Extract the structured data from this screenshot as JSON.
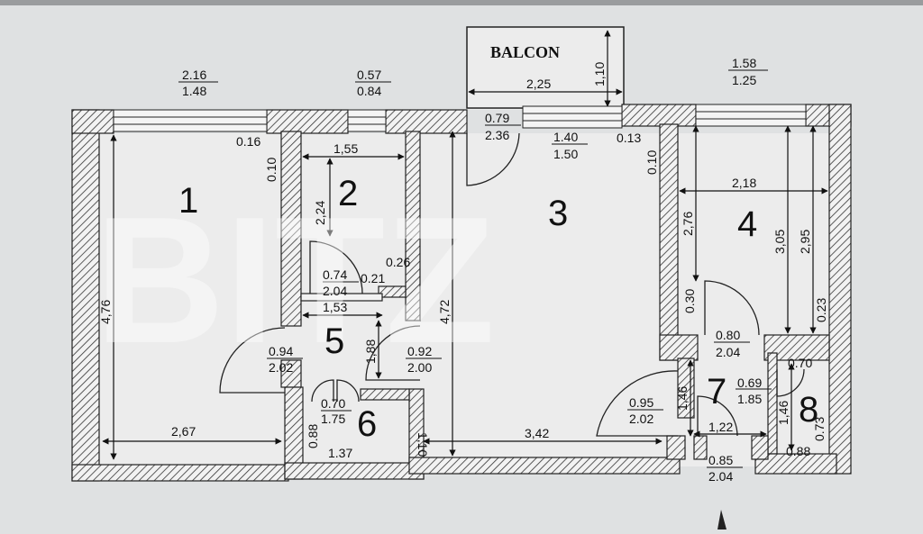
{
  "plan": {
    "balcony_label": "BALCON",
    "watermark": "BITZ",
    "rooms": {
      "r1": "1",
      "r2": "2",
      "r3": "3",
      "r4": "4",
      "r5": "5",
      "r6": "6",
      "r7": "7",
      "r8": "8"
    },
    "windows": {
      "w1_width": "2.16",
      "w1_height": "1.48",
      "w2_width": "0.57",
      "w2_height": "0.84",
      "w3_width": "1.58",
      "w3_height": "1.25",
      "w4_width": "1.40",
      "w4_height": "1.50"
    },
    "doors": {
      "balcony_w": "0.79",
      "balcony_h": "2.36",
      "d_room2_w": "0.74",
      "d_room2_h": "2.04",
      "d_room1_w": "0.94",
      "d_room1_h": "2.02",
      "d_room3_w": "0.92",
      "d_room3_h": "2.00",
      "d_room6_w": "0.70",
      "d_room6_h": "1.75",
      "d_room4_w": "0.80",
      "d_room4_h": "2.04",
      "d_room7_w": "0.69",
      "d_room7_h": "1.85",
      "d_room7b_w": "0.95",
      "d_room7b_h": "2.02",
      "d_entry_w": "0.85",
      "d_entry_h": "2.04"
    },
    "dimensions": {
      "balcony_width": "2,25",
      "balcony_depth": "1,10",
      "r1_height": "4,76",
      "r1_width": "2,67",
      "r2_width": "1,55",
      "r2_height": "2,24",
      "r3_height": "4,72",
      "r3_width": "3,42",
      "r4_width": "2,18",
      "r4_height_a": "2,76",
      "r4_height_b": "3,05",
      "r4_height_c": "2,95",
      "r5_width": "1,53",
      "r5_height": "1,88",
      "r6_height": "0.88",
      "r6_width": "1.37",
      "r6_side": "1,10",
      "r7_width": "1,22",
      "r7_height": "1,46",
      "r8_height": "1,46",
      "r8_width": "0.88",
      "r8_top": "0.70",
      "r8_side": "0.73",
      "offset_016": "0.16",
      "offset_010a": "0.10",
      "offset_013": "0.13",
      "offset_010b": "0.10",
      "offset_026": "0.26",
      "offset_021": "0.21",
      "offset_030": "0.30",
      "offset_023": "0.23"
    }
  }
}
